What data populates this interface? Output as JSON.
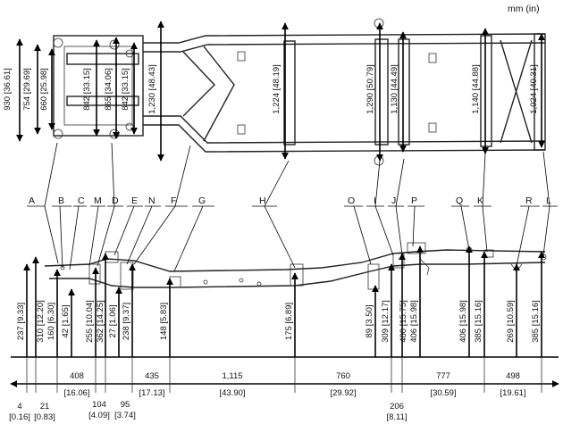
{
  "units": "mm (in)",
  "top_dims": [
    {
      "id": "t1",
      "text": "930 [36.61]"
    },
    {
      "id": "t2",
      "text": "754 [29.69]"
    },
    {
      "id": "t3",
      "text": "660 [25.98]"
    },
    {
      "id": "t4",
      "text": "842 [33.15]"
    },
    {
      "id": "t5",
      "text": "865 [34.06]"
    },
    {
      "id": "t6",
      "text": "842 [33.15]"
    },
    {
      "id": "t7",
      "text": "1,230 [48.43]"
    },
    {
      "id": "t8",
      "text": "1,224 [48.19]"
    },
    {
      "id": "t9",
      "text": "1,290 [50.79]"
    },
    {
      "id": "t10",
      "text": "1,130 [44.49]"
    },
    {
      "id": "t11",
      "text": "1,140 [44.88]"
    },
    {
      "id": "t12",
      "text": "1,024 [40.31]"
    }
  ],
  "point_labels": [
    "A",
    "B",
    "C",
    "M",
    "D",
    "E",
    "N",
    "F",
    "G",
    "H",
    "O",
    "I",
    "J",
    "P",
    "Q",
    "K",
    "R",
    "L"
  ],
  "height_dims": [
    {
      "id": "h1",
      "text": "237 [9.33]"
    },
    {
      "id": "h2",
      "text": "310 [12.20]"
    },
    {
      "id": "h3",
      "text": "160 [6.30]"
    },
    {
      "id": "h4",
      "text": "42 [1.65]"
    },
    {
      "id": "h5",
      "text": "255 [10.04]"
    },
    {
      "id": "h6",
      "text": "362 [14.25]"
    },
    {
      "id": "h7",
      "text": "27 [1.06]"
    },
    {
      "id": "h8",
      "text": "238 [9.37]"
    },
    {
      "id": "h9",
      "text": "148 [5.83]"
    },
    {
      "id": "h10",
      "text": "175 [6.89]"
    },
    {
      "id": "h11",
      "text": "89 [3.50]"
    },
    {
      "id": "h12",
      "text": "309 [12.17]"
    },
    {
      "id": "h13",
      "text": "400 [15.75]"
    },
    {
      "id": "h14",
      "text": "406 [15.98]"
    },
    {
      "id": "h15",
      "text": "406 [15.98]"
    },
    {
      "id": "h16",
      "text": "385 [15.16]"
    },
    {
      "id": "h17",
      "text": "269 [10.59]"
    },
    {
      "id": "h18",
      "text": "385 [15.16]"
    }
  ],
  "spacing_dims": [
    {
      "id": "s1",
      "value": "408",
      "inch": "[16.06]"
    },
    {
      "id": "s2",
      "value": "435",
      "inch": "[17.13]"
    },
    {
      "id": "s3",
      "value": "1,115",
      "inch": "[43.90]"
    },
    {
      "id": "s4",
      "value": "760",
      "inch": "[29.92]"
    },
    {
      "id": "s5",
      "value": "777",
      "inch": "[30.59]"
    },
    {
      "id": "s6",
      "value": "498",
      "inch": "[19.61]"
    }
  ],
  "small_dims": [
    {
      "id": "m1",
      "value": "4",
      "inch": "[0.16]"
    },
    {
      "id": "m2",
      "value": "21",
      "inch": "[0.83]"
    },
    {
      "id": "m3",
      "value": "104",
      "inch": "[4.09]"
    },
    {
      "id": "m4",
      "value": "95",
      "inch": "[3.74]"
    },
    {
      "id": "m5",
      "value": "206",
      "inch": "[8.11]"
    }
  ]
}
